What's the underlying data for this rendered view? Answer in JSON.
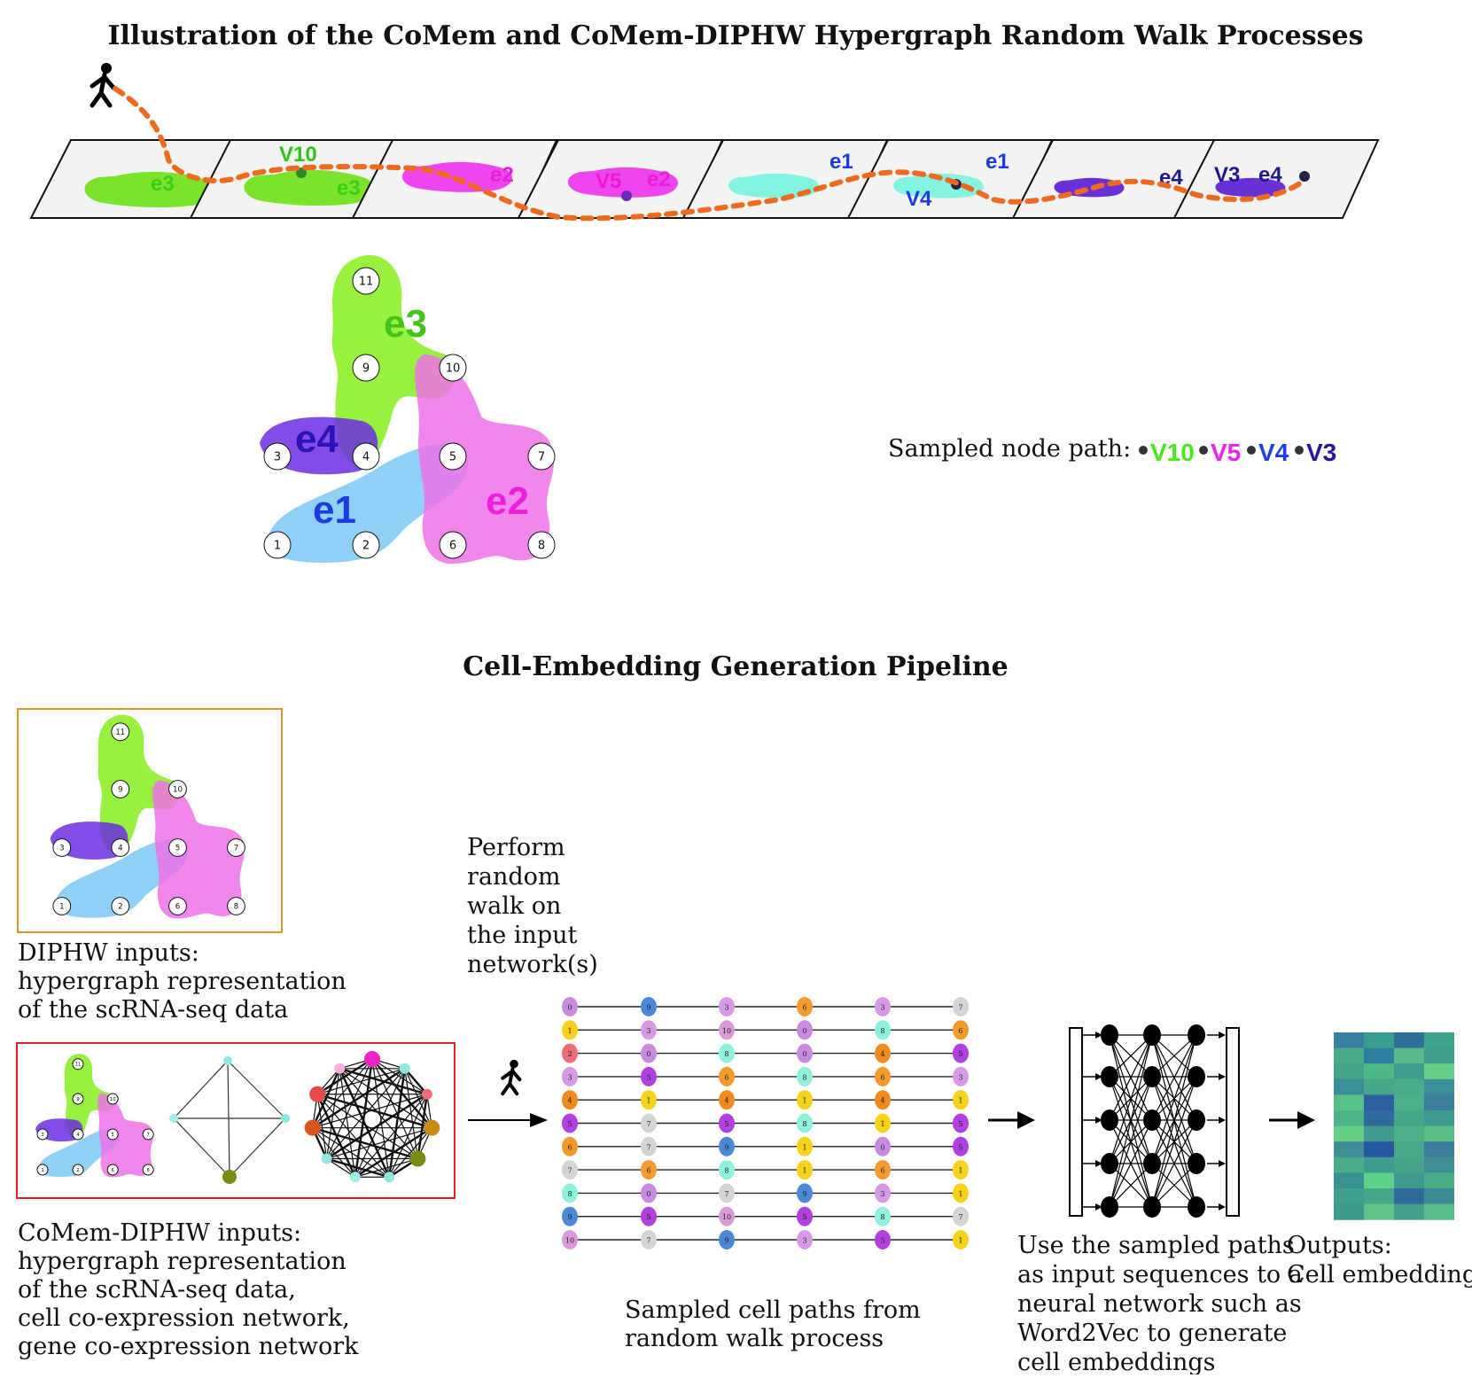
{
  "title": "Illustration of the CoMem and CoMem-DIPHW Hypergraph Random Walk Processes",
  "walk_panels": [
    {
      "labels": [
        "e3"
      ],
      "color": "#7be32b"
    },
    {
      "labels": [
        "V10",
        "e3"
      ],
      "color": "#7be32b"
    },
    {
      "labels": [
        "e2"
      ],
      "color": "#ef45ef"
    },
    {
      "labels": [
        "V5",
        "e2"
      ],
      "color": "#ef45ef"
    },
    {
      "labels": [
        "e1"
      ],
      "color": "#84f3e0"
    },
    {
      "labels": [
        "e1",
        "V4"
      ],
      "color": "#84f3e0"
    },
    {
      "labels": [
        "e4"
      ],
      "color": "#6a30d8"
    },
    {
      "labels": [
        "V3",
        "e4"
      ],
      "color": "#6a30d8"
    }
  ],
  "hypergraph": {
    "edges": [
      {
        "label": "e3",
        "color": "#8ef02a",
        "label_color": "#44c417"
      },
      {
        "label": "e4",
        "color": "#6c2ee2",
        "label_color": "#2b13b8"
      },
      {
        "label": "e1",
        "color": "#7cc8f5",
        "label_color": "#1b3be4"
      },
      {
        "label": "e2",
        "color": "#ef72e8",
        "label_color": "#ee1fdc"
      }
    ],
    "nodes": [
      "1",
      "2",
      "3",
      "4",
      "5",
      "6",
      "7",
      "8",
      "9",
      "10",
      "11"
    ]
  },
  "sampled_path": {
    "label": "Sampled node path:",
    "nodes": [
      {
        "text": "V10",
        "color": "#43ec18"
      },
      {
        "text": "V5",
        "color": "#f021e8"
      },
      {
        "text": "V4",
        "color": "#1f3df0"
      },
      {
        "text": "V3",
        "color": "#23169c"
      }
    ]
  },
  "pipeline": {
    "title": "Cell-Embedding Generation Pipeline",
    "diphw_caption": [
      "DIPHW inputs:",
      "hypergraph representation",
      "of the scRNA-seq data"
    ],
    "comem_caption": [
      "CoMem-DIPHW inputs:",
      "hypergraph representation",
      "of the scRNA-seq data,",
      "cell co-expression network,",
      "gene co-expression network"
    ],
    "walk_caption": [
      "Perform",
      "random",
      "walk on",
      "the input",
      "network(s)"
    ],
    "paths_caption": [
      "Sampled cell paths from",
      "random walk process"
    ],
    "nn_caption": [
      "Use the sampled paths",
      "as input sequences to a",
      "neural network such as",
      "Word2Vec to generate",
      "cell embeddings"
    ],
    "output_caption": [
      "Outputs:",
      "Cell embeddings"
    ],
    "path_rows": [
      [
        "0",
        "9",
        "3",
        "6",
        "3",
        "7"
      ],
      [
        "1",
        "3",
        "10",
        "0",
        "8",
        "6"
      ],
      [
        "2",
        "0",
        "8",
        "0",
        "4",
        "5"
      ],
      [
        "3",
        "5",
        "6",
        "8",
        "6",
        "3"
      ],
      [
        "4",
        "1",
        "4",
        "1",
        "4",
        "1"
      ],
      [
        "5",
        "7",
        "5",
        "8",
        "1",
        "5"
      ],
      [
        "6",
        "7",
        "9",
        "1",
        "0",
        "5"
      ],
      [
        "7",
        "6",
        "8",
        "1",
        "6",
        "1"
      ],
      [
        "8",
        "0",
        "7",
        "9",
        "3",
        "1"
      ],
      [
        "9",
        "5",
        "10",
        "5",
        "8",
        "7"
      ],
      [
        "10",
        "7",
        "9",
        "3",
        "5",
        "1"
      ]
    ],
    "node_colors": {
      "0": "#c98be0",
      "1": "#f7d21a",
      "2": "#ec6c78",
      "3": "#d59ae3",
      "4": "#f08a1c",
      "5": "#b23fe0",
      "6": "#f39a2c",
      "7": "#d4d4d4",
      "8": "#8ff0dc",
      "9": "#4b88d6",
      "10": "#d89ad8"
    },
    "embedding_colors": [
      [
        "#3a7fa0",
        "#3a9e8e",
        "#2f6f98",
        "#3ea58a"
      ],
      [
        "#48aa86",
        "#2e7e9f",
        "#57b98a",
        "#3b9f8c"
      ],
      [
        "#45a389",
        "#4eb889",
        "#3b9e8e",
        "#66d088"
      ],
      [
        "#3a8e98",
        "#45a88a",
        "#48ad88",
        "#3a8e98"
      ],
      [
        "#56c086",
        "#2c5ea0",
        "#49b088",
        "#3a7d9c"
      ],
      [
        "#4cb288",
        "#2f6a9e",
        "#45a78a",
        "#3d9a8e"
      ],
      [
        "#66cf86",
        "#3f9a90",
        "#4ab188",
        "#57bf86"
      ],
      [
        "#3d8e96",
        "#27579e",
        "#48a98a",
        "#3c7e9c"
      ],
      [
        "#4aac88",
        "#3d9c8e",
        "#44a58a",
        "#3f8e94"
      ],
      [
        "#3a9090",
        "#5ed088",
        "#3d9a8e",
        "#49ad88"
      ],
      [
        "#3ea08c",
        "#44a68a",
        "#2f6a9a",
        "#3c8a96"
      ],
      [
        "#3a9a8e",
        "#5fc688",
        "#43a18c",
        "#56bd86"
      ]
    ]
  }
}
